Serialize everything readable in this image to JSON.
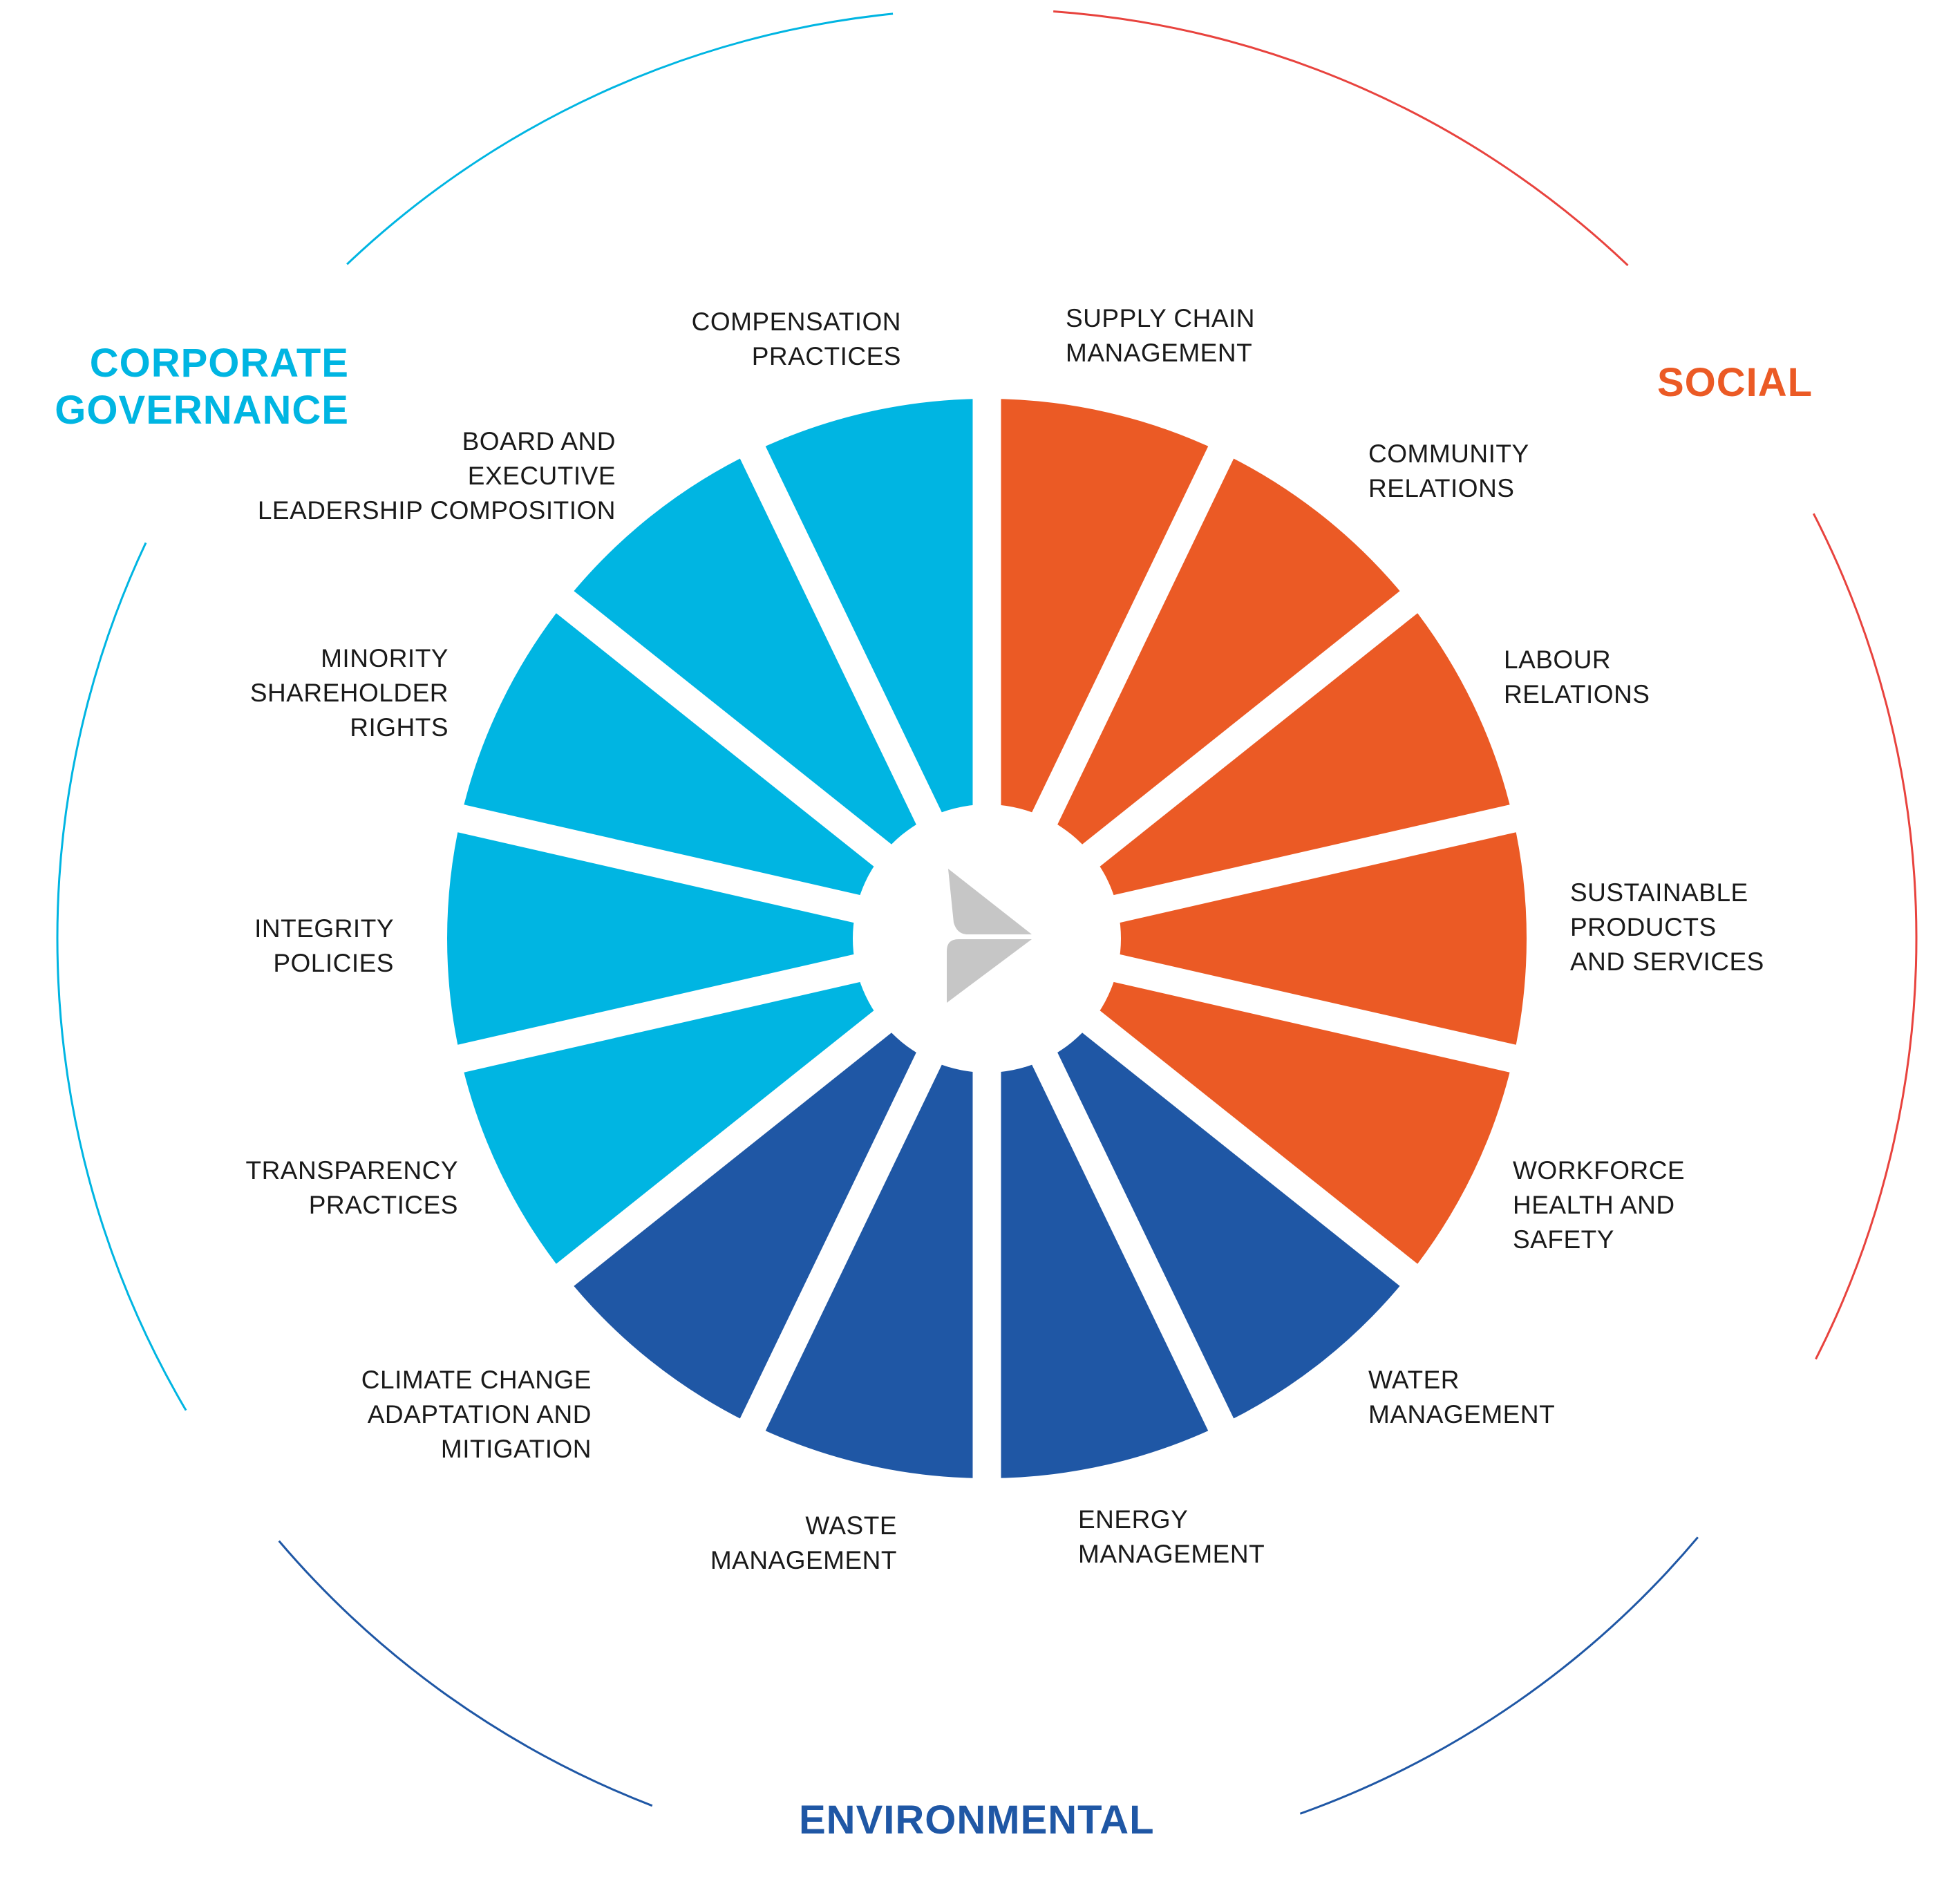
{
  "colors": {
    "social": "#EB5A25",
    "environmental": "#1F57A5",
    "governance": "#00B5E2",
    "social_arc": "#E8433E",
    "logo": "#C6C6C6"
  },
  "categories": {
    "governance": "CORPORATE\nGOVERNANCE",
    "social": "SOCIAL",
    "environmental": "ENVIRONMENTAL"
  },
  "segments": [
    {
      "label": "SUPPLY CHAIN\nMANAGEMENT",
      "category": "social"
    },
    {
      "label": "COMMUNITY\nRELATIONS",
      "category": "social"
    },
    {
      "label": "LABOUR\nRELATIONS",
      "category": "social"
    },
    {
      "label": "SUSTAINABLE\nPRODUCTS\nAND SERVICES",
      "category": "social"
    },
    {
      "label": "WORKFORCE\nHEALTH AND\nSAFETY",
      "category": "social"
    },
    {
      "label": "WATER\nMANAGEMENT",
      "category": "environmental"
    },
    {
      "label": "ENERGY\nMANAGEMENT",
      "category": "environmental"
    },
    {
      "label": "WASTE\nMANAGEMENT",
      "category": "environmental"
    },
    {
      "label": "CLIMATE CHANGE\nADAPTATION AND\nMITIGATION",
      "category": "environmental"
    },
    {
      "label": "TRANSPARENCY\nPRACTICES",
      "category": "governance"
    },
    {
      "label": "INTEGRITY\nPOLICIES",
      "category": "governance"
    },
    {
      "label": "MINORITY\nSHAREHOLDER\nRIGHTS",
      "category": "governance"
    },
    {
      "label": "BOARD AND\nEXECUTIVE\nLEADERSHIP COMPOSITION",
      "category": "governance"
    },
    {
      "label": "COMPENSATION\nPRACTICES",
      "category": "governance"
    }
  ]
}
